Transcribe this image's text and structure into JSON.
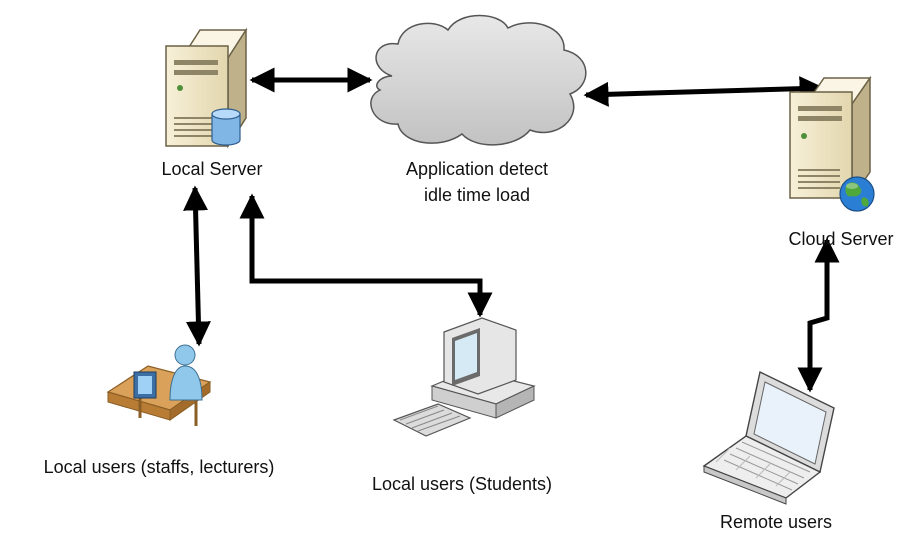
{
  "nodes": {
    "local_server": {
      "label": "Local Server"
    },
    "cloud": {
      "label_line1": "Application detect",
      "label_line2": "idle time load"
    },
    "cloud_server": {
      "label": "Cloud Server"
    },
    "staff": {
      "label": "Local users (staffs, lecturers)"
    },
    "students": {
      "label": "Local users (Students)"
    },
    "remote": {
      "label": "Remote users"
    }
  },
  "colors": {
    "server_body": "#efe6c9",
    "server_shadow": "#b9ac86",
    "cloud_fill": "#d3d3d3",
    "cloud_stroke": "#555555",
    "arrow": "#000000",
    "database": "#7fb6e6",
    "globe": "#2a7fd4",
    "desk": "#d9a15a",
    "person": "#8fc8ea"
  },
  "icons": [
    "server-icon",
    "database-icon",
    "cloud-icon",
    "globe-icon",
    "person-at-desk-icon",
    "desktop-computer-icon",
    "laptop-icon"
  ]
}
